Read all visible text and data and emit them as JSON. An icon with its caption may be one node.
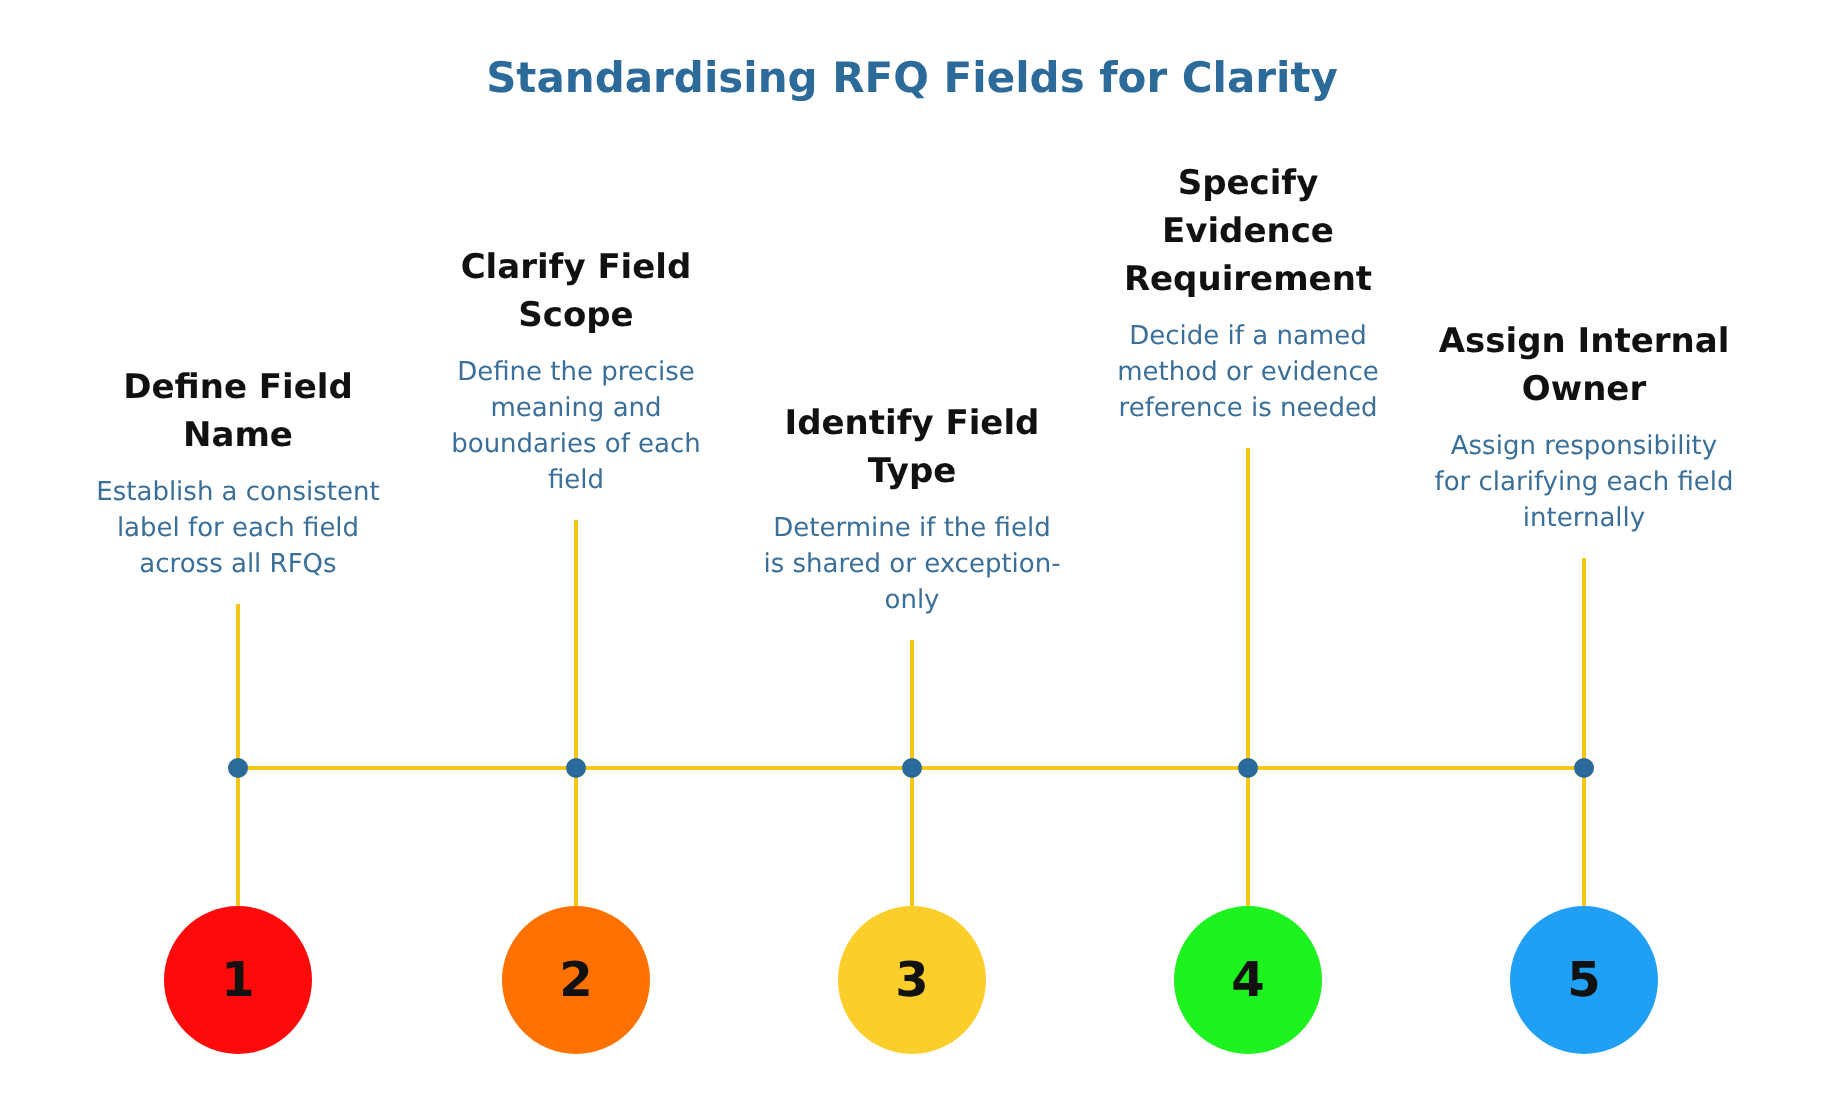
{
  "diagram": {
    "title": "Standardising RFQ Fields for Clarity",
    "nodes": [
      {
        "text": [
          "Define Field Name",
          "Establish a consistent label for each field across all RFQs"
        ]
      },
      {
        "text": [
          "Clarify Field Scope",
          "Define the precise meaning and boundaries of each field"
        ]
      },
      {
        "text": [
          "Identify Field Type",
          "Determine if the field is shared or exception-only"
        ]
      },
      {
        "text": [
          "Specify Evidence Requirement",
          "Decide if a named method or evidence reference is needed"
        ]
      },
      {
        "text": [
          "Assign Internal Owner",
          "Assign responsibility for clarifying each field internally"
        ]
      },
      {
        "text": [
          "1"
        ]
      },
      {
        "text": [
          "2"
        ]
      },
      {
        "text": [
          "3"
        ]
      },
      {
        "text": [
          "4"
        ]
      },
      {
        "text": [
          "5"
        ]
      }
    ],
    "edges": [
      {
        "from": 0,
        "to": 5,
        "arrow": "none"
      },
      {
        "from": 1,
        "to": 6,
        "arrow": "none"
      },
      {
        "from": 2,
        "to": 7,
        "arrow": "none"
      },
      {
        "from": 3,
        "to": 8,
        "arrow": "none"
      },
      {
        "from": 4,
        "to": 9,
        "arrow": "none"
      }
    ]
  }
}
